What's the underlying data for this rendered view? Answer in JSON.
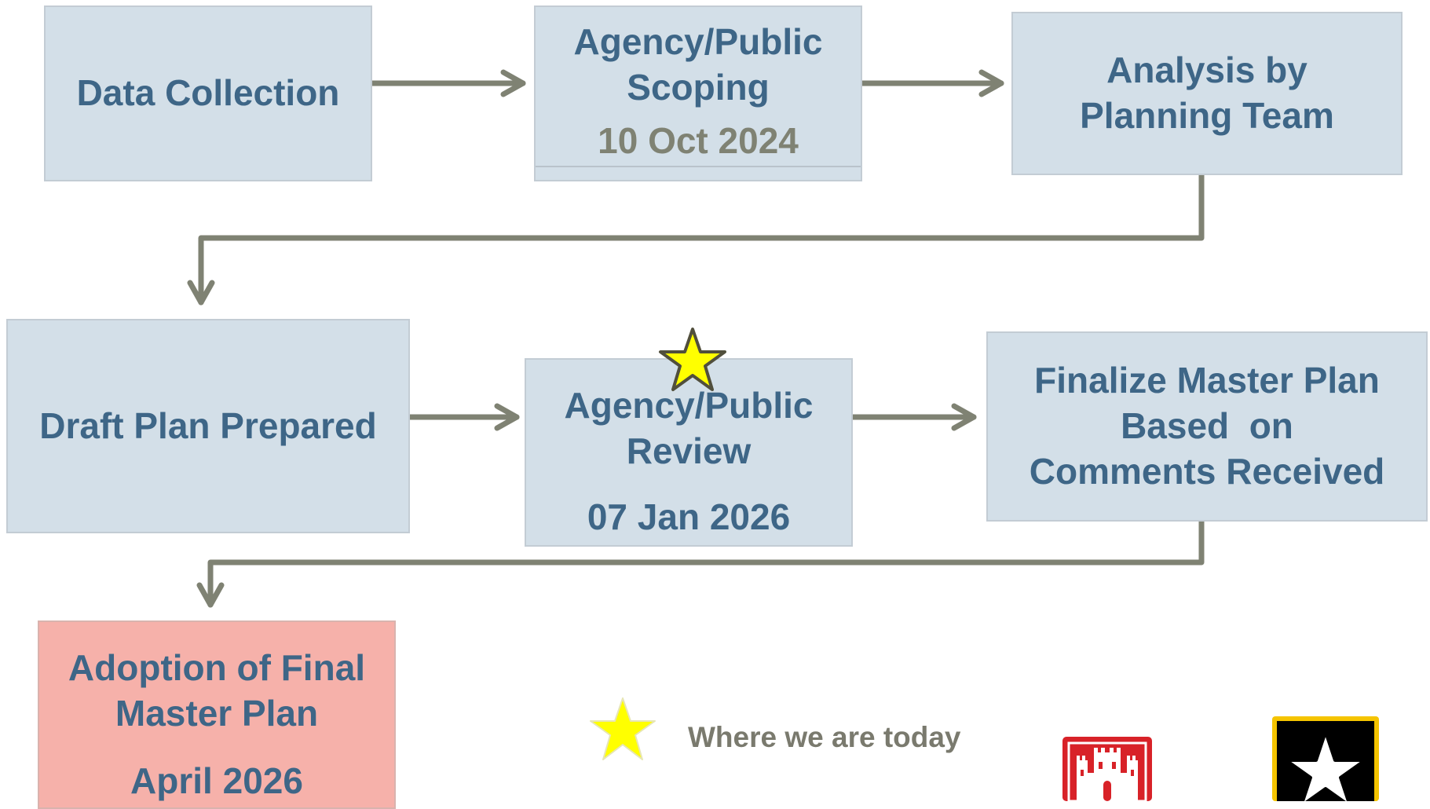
{
  "diagram": {
    "steps": [
      {
        "id": "data-collection",
        "lines": [
          "Data Collection"
        ],
        "date": ""
      },
      {
        "id": "scoping",
        "lines": [
          "Agency/Public",
          "Scoping"
        ],
        "date": "10 Oct 2024"
      },
      {
        "id": "analysis",
        "lines": [
          "Analysis by",
          "Planning Team"
        ],
        "date": ""
      },
      {
        "id": "draft",
        "lines": [
          "Draft Plan Prepared"
        ],
        "date": ""
      },
      {
        "id": "review",
        "lines": [
          "Agency/Public",
          "Review"
        ],
        "date": "07 Jan 2026"
      },
      {
        "id": "finalize",
        "lines": [
          "Finalize Master Plan",
          "Based  on",
          "Comments Received"
        ],
        "date": ""
      },
      {
        "id": "adoption",
        "lines": [
          "Adoption of Final",
          "Master Plan"
        ],
        "date": "April 2026"
      }
    ],
    "current_step": "review"
  },
  "legend": {
    "label": "Where we are today",
    "icon": "star-icon"
  },
  "colors": {
    "box_fill": "#d3dfe8",
    "final_box_fill": "#f6b1aa",
    "text": "#3e6687",
    "past_date_text": "#7f8273",
    "arrow": "#7f8273",
    "star": "#ffff00"
  },
  "logos": [
    {
      "name": "usace-castle-logo"
    },
    {
      "name": "us-army-star-logo"
    }
  ]
}
